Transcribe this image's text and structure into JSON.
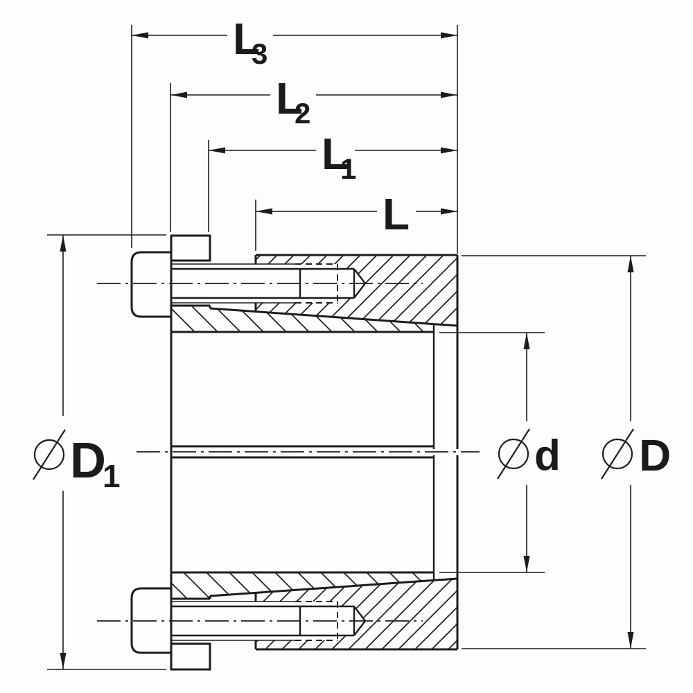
{
  "drawing": {
    "title": "taper-lock-bushing-cross-section",
    "line_color": "#1b1b1b",
    "background": "#fdfdfd",
    "dimensions": {
      "L3": {
        "prefix": "",
        "main": "L",
        "sub": "3"
      },
      "L2": {
        "prefix": "",
        "main": "L",
        "sub": "2"
      },
      "L1": {
        "prefix": "",
        "main": "L",
        "sub": "1"
      },
      "L": {
        "prefix": "",
        "main": "L",
        "sub": ""
      },
      "D1": {
        "prefix": "⌀",
        "main": "D",
        "sub": "1"
      },
      "d": {
        "prefix": "⌀",
        "main": "d",
        "sub": ""
      },
      "D": {
        "prefix": "⌀",
        "main": "D",
        "sub": ""
      }
    }
  }
}
